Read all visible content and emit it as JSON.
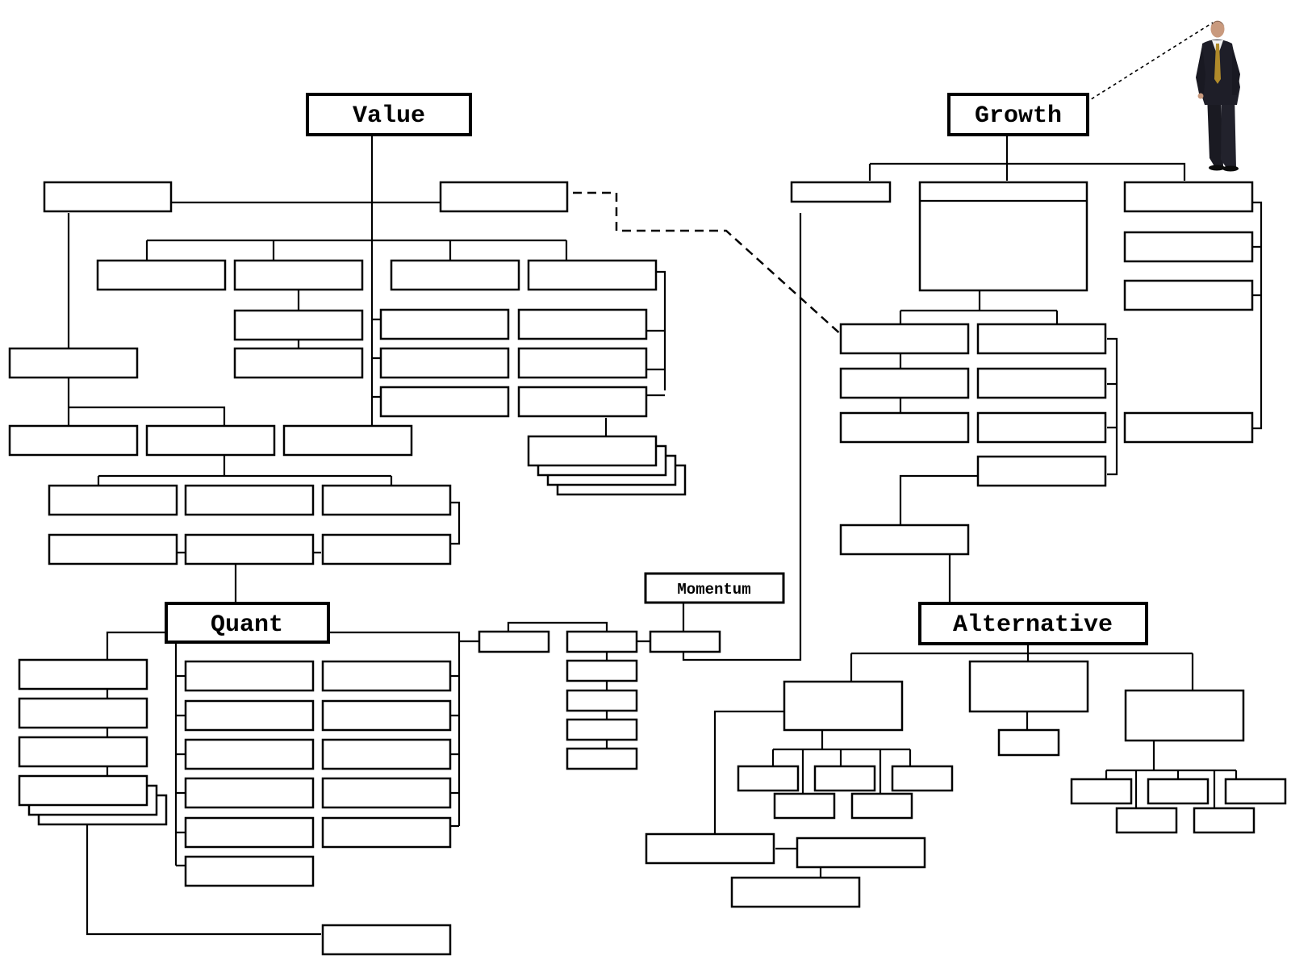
{
  "headers": {
    "value": "Value",
    "growth": "Growth",
    "quant": "Quant",
    "alternative": "Alternative",
    "momentum": "Momentum"
  },
  "colors": {
    "line": "#000000",
    "box_fill": "#ffffff",
    "suit": "#1a1a22",
    "tie": "#b08a2a",
    "skin": "#c99a7e"
  },
  "figure": {
    "icon": "businessman-figure-icon"
  }
}
